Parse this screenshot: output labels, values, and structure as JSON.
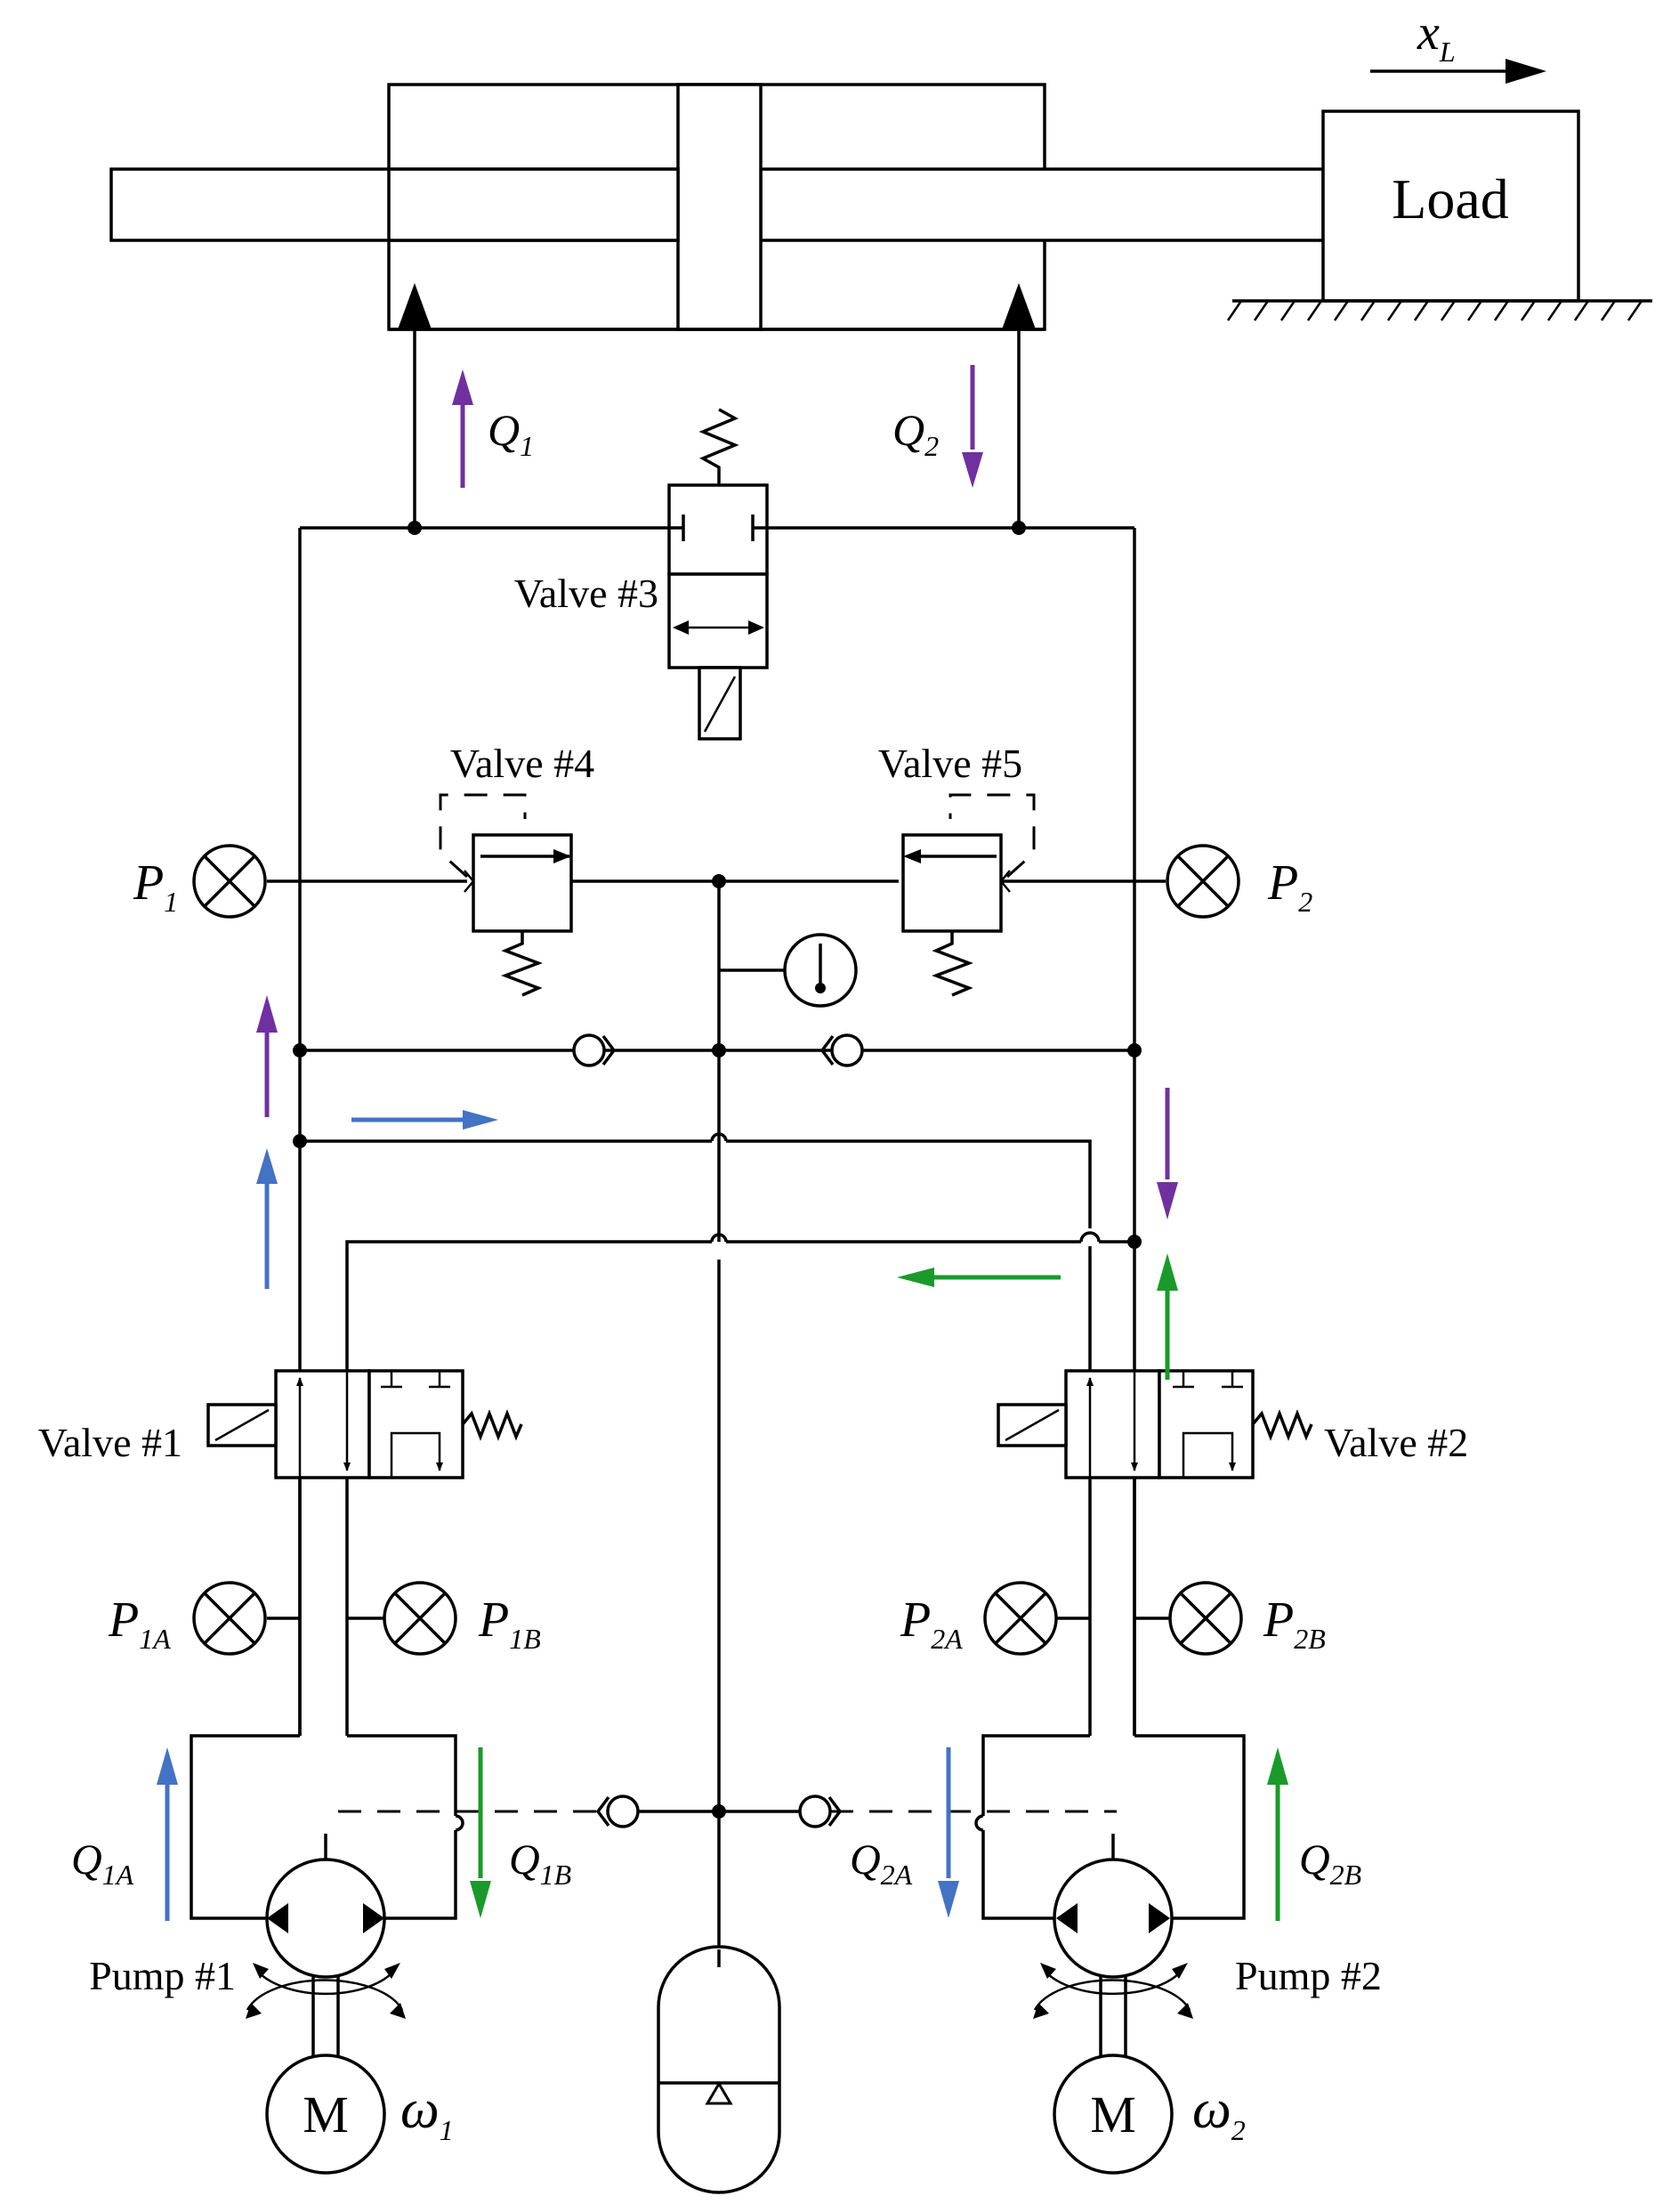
{
  "labels": {
    "load": "Load",
    "valve1": "Valve #1",
    "valve2": "Valve #2",
    "valve3": "Valve #3",
    "valve4": "Valve #4",
    "valve5": "Valve #5",
    "pump1": "Pump #1",
    "pump2": "Pump #2",
    "motor1": "M",
    "motor2": "M"
  },
  "symbols": {
    "xL": {
      "main": "x",
      "sub": "L"
    },
    "Q1": {
      "main": "Q",
      "sub": "1"
    },
    "Q2": {
      "main": "Q",
      "sub": "2"
    },
    "P1": {
      "main": "P",
      "sub": "1"
    },
    "P2": {
      "main": "P",
      "sub": "2"
    },
    "P1A": {
      "main": "P",
      "sub": "1A"
    },
    "P1B": {
      "main": "P",
      "sub": "1B"
    },
    "P2A": {
      "main": "P",
      "sub": "2A"
    },
    "P2B": {
      "main": "P",
      "sub": "2B"
    },
    "Q1A": {
      "main": "Q",
      "sub": "1A"
    },
    "Q1B": {
      "main": "Q",
      "sub": "1B"
    },
    "Q2A": {
      "main": "Q",
      "sub": "2A"
    },
    "Q2B": {
      "main": "Q",
      "sub": "2B"
    },
    "w1": {
      "main": "ω",
      "sub": "1"
    },
    "w2": {
      "main": "ω",
      "sub": "2"
    }
  },
  "colors": {
    "line": "#000000",
    "purple": "#7030a0",
    "blue": "#4472c4",
    "green": "#1a9a2a",
    "flow_arrow_1": "#7030a0",
    "flow_arrow_2": "#4472c4",
    "flow_arrow_3": "#1a9a2a"
  }
}
